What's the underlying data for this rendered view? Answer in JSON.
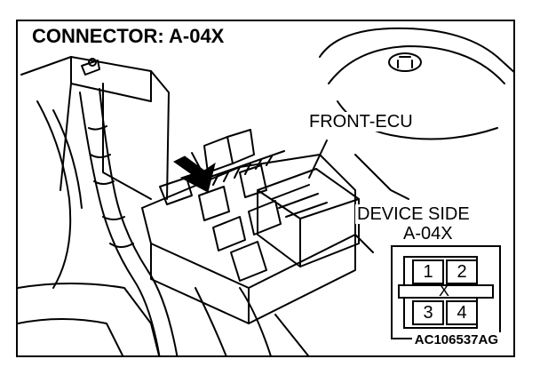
{
  "title": "CONNECTOR: A-04X",
  "labels": {
    "ecu": "FRONT-ECU",
    "device_side": "DEVICE SIDE",
    "connector": "A-04X"
  },
  "connector_pins": [
    "1",
    "2",
    "3",
    "4"
  ],
  "latch_mark": "X",
  "figure_code": "AC106537AG"
}
